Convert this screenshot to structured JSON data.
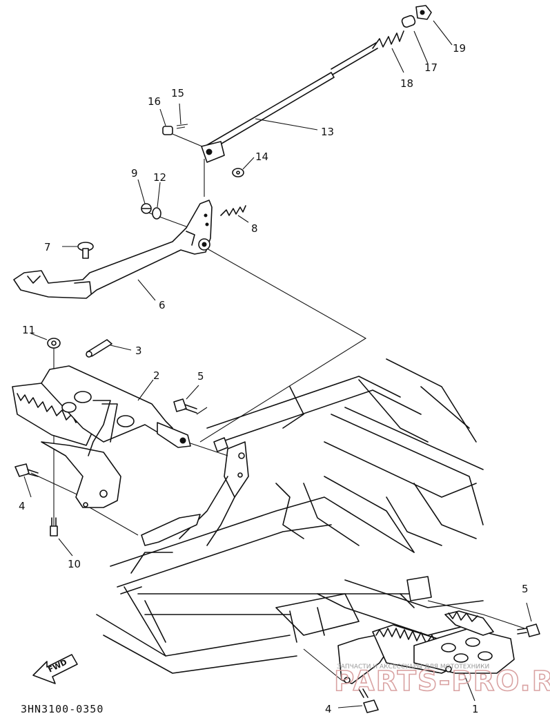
{
  "callouts": {
    "p1": "1",
    "p2": "2",
    "p3": "3",
    "p4a": "4",
    "p4b": "4",
    "p5a": "5",
    "p5b": "5",
    "p6": "6",
    "p7": "7",
    "p8": "8",
    "p9": "9",
    "p10": "10",
    "p11": "11",
    "p12": "12",
    "p13": "13",
    "p14": "14",
    "p15": "15",
    "p16": "16",
    "p17": "17",
    "p18": "18",
    "p19": "19"
  },
  "fwd_label": "FWD",
  "diagram_code": "3HN3100-0350",
  "watermark": {
    "small": "ЗАПЧАСТИ И АКСЕССУАРЫ ДЛЯ МОТОТЕХНИКИ",
    "large": "PARTS-PRO.RU"
  }
}
